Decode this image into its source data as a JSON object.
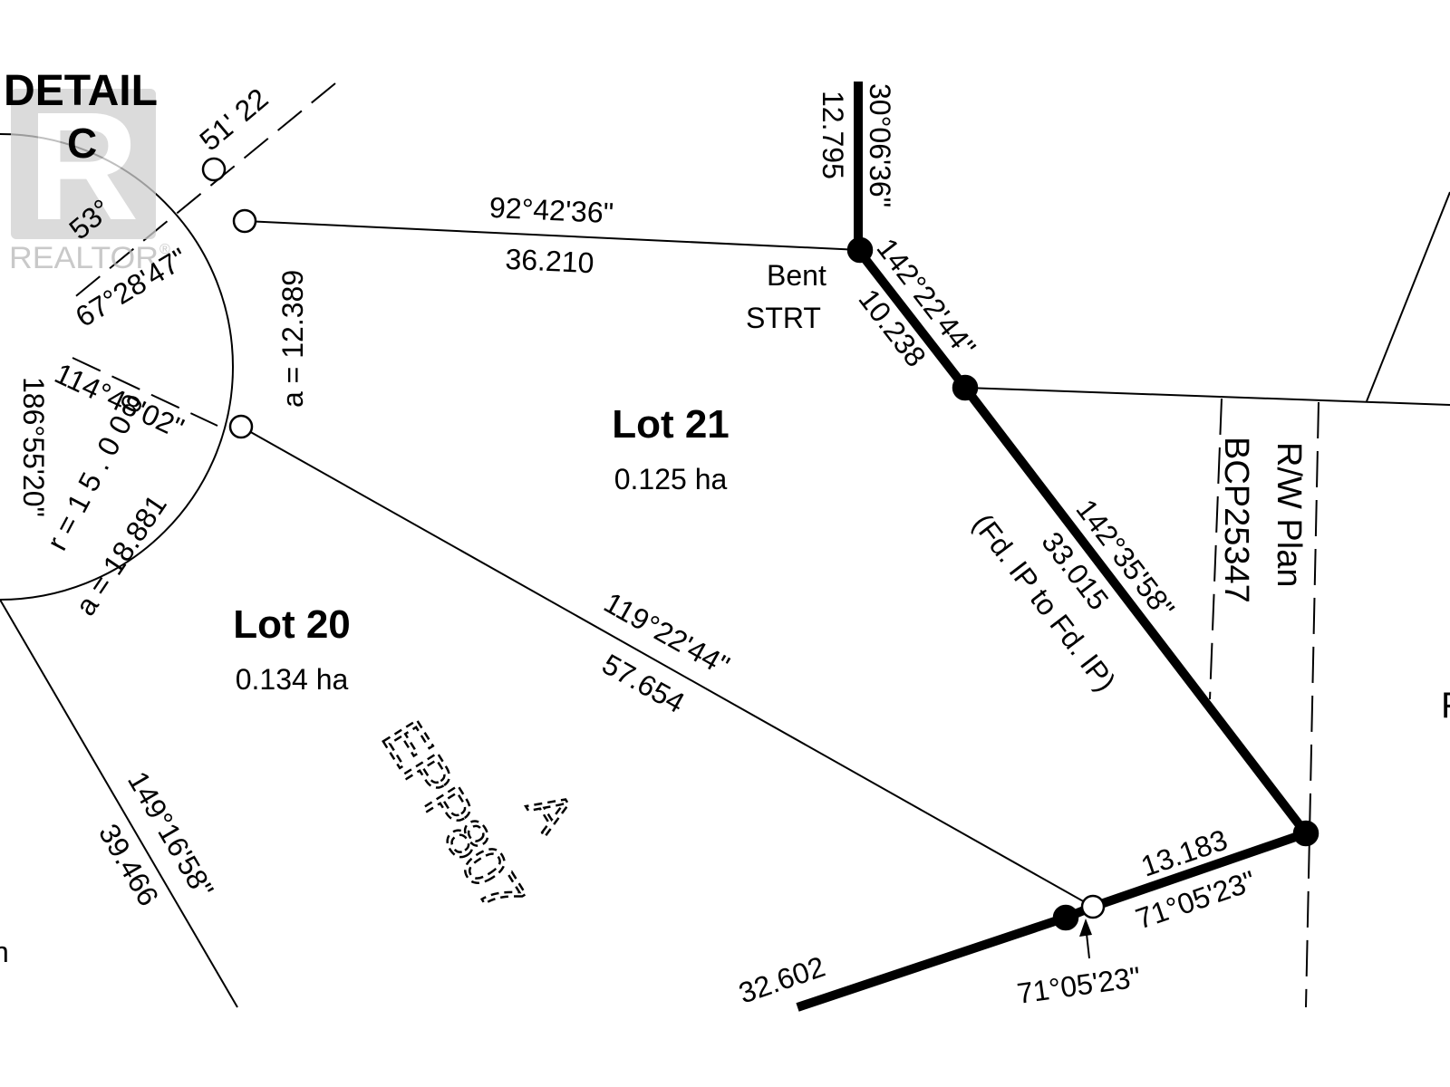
{
  "watermark": {
    "brand": "REALTOR",
    "registered_mark": "®",
    "letter": "R"
  },
  "detail": {
    "word": "DETAIL",
    "letter": "C"
  },
  "lots": [
    {
      "name": "Lot 21",
      "area": "0.125 ha"
    },
    {
      "name": "Lot 20",
      "area": "0.134 ha"
    }
  ],
  "pin_note": {
    "line1": "Bent",
    "line2": "STRT"
  },
  "measurements": {
    "north_bearing": "30°06'36\"",
    "north_distance": "12.795",
    "top_bearing": "92°42'36\"",
    "top_distance": "36.210",
    "bent_bearing": "142°22'44\"",
    "bent_distance": "10.238",
    "east_bearing": "142°35'58\"",
    "east_distance": "33.015",
    "east_note": "(Fd. IP to Fd. IP)",
    "lot_line_bearing": "119°22'44\"",
    "lot_line_distance": "57.654",
    "bottom_distance": "13.183",
    "bottom_bearing": "71°05'23\"",
    "bottom_bearing_2": "71°05'23\"",
    "lower_distance": "32.602",
    "west_bearing": "149°16'58\"",
    "west_distance": "39.466"
  },
  "curve": {
    "arc_1": "a = 12.389",
    "arc_2": "a = 18.881",
    "radius": "r = 1 5 . 0 0 0",
    "angle_1": "67°28'47\"",
    "angle_2": "114°48'02\"",
    "angle_3": "186°55'20\"",
    "angle_4": "53°",
    "angle_5": "51' 22"
  },
  "right_of_way": {
    "line1": "R/W Plan",
    "line2": "BCP25347"
  },
  "plan_ref": {
    "code": "EPP807",
    "letter": "A"
  },
  "edge_letters": {
    "right": "F",
    "left": "n"
  }
}
